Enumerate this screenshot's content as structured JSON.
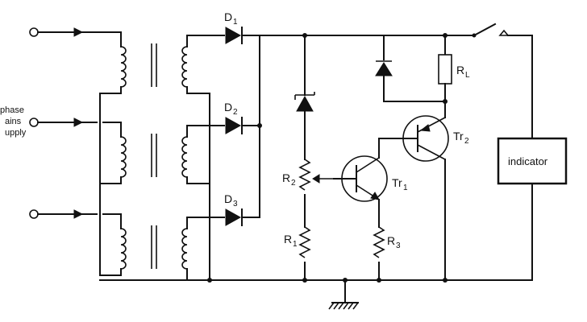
{
  "labels": {
    "d1": {
      "main": "D",
      "sub": "1"
    },
    "d2": {
      "main": "D",
      "sub": "2"
    },
    "d3": {
      "main": "D",
      "sub": "3"
    },
    "rl": {
      "main": "R",
      "sub": "L"
    },
    "r1": {
      "main": "R",
      "sub": "1"
    },
    "r2": {
      "main": "R",
      "sub": "2"
    },
    "r3": {
      "main": "R",
      "sub": "3"
    },
    "tr1": {
      "main": "Tr",
      "sub": "1"
    },
    "tr2": {
      "main": "Tr",
      "sub": "2"
    },
    "indicator": "indicator",
    "supply": [
      "phase",
      "ains",
      "upply"
    ]
  }
}
